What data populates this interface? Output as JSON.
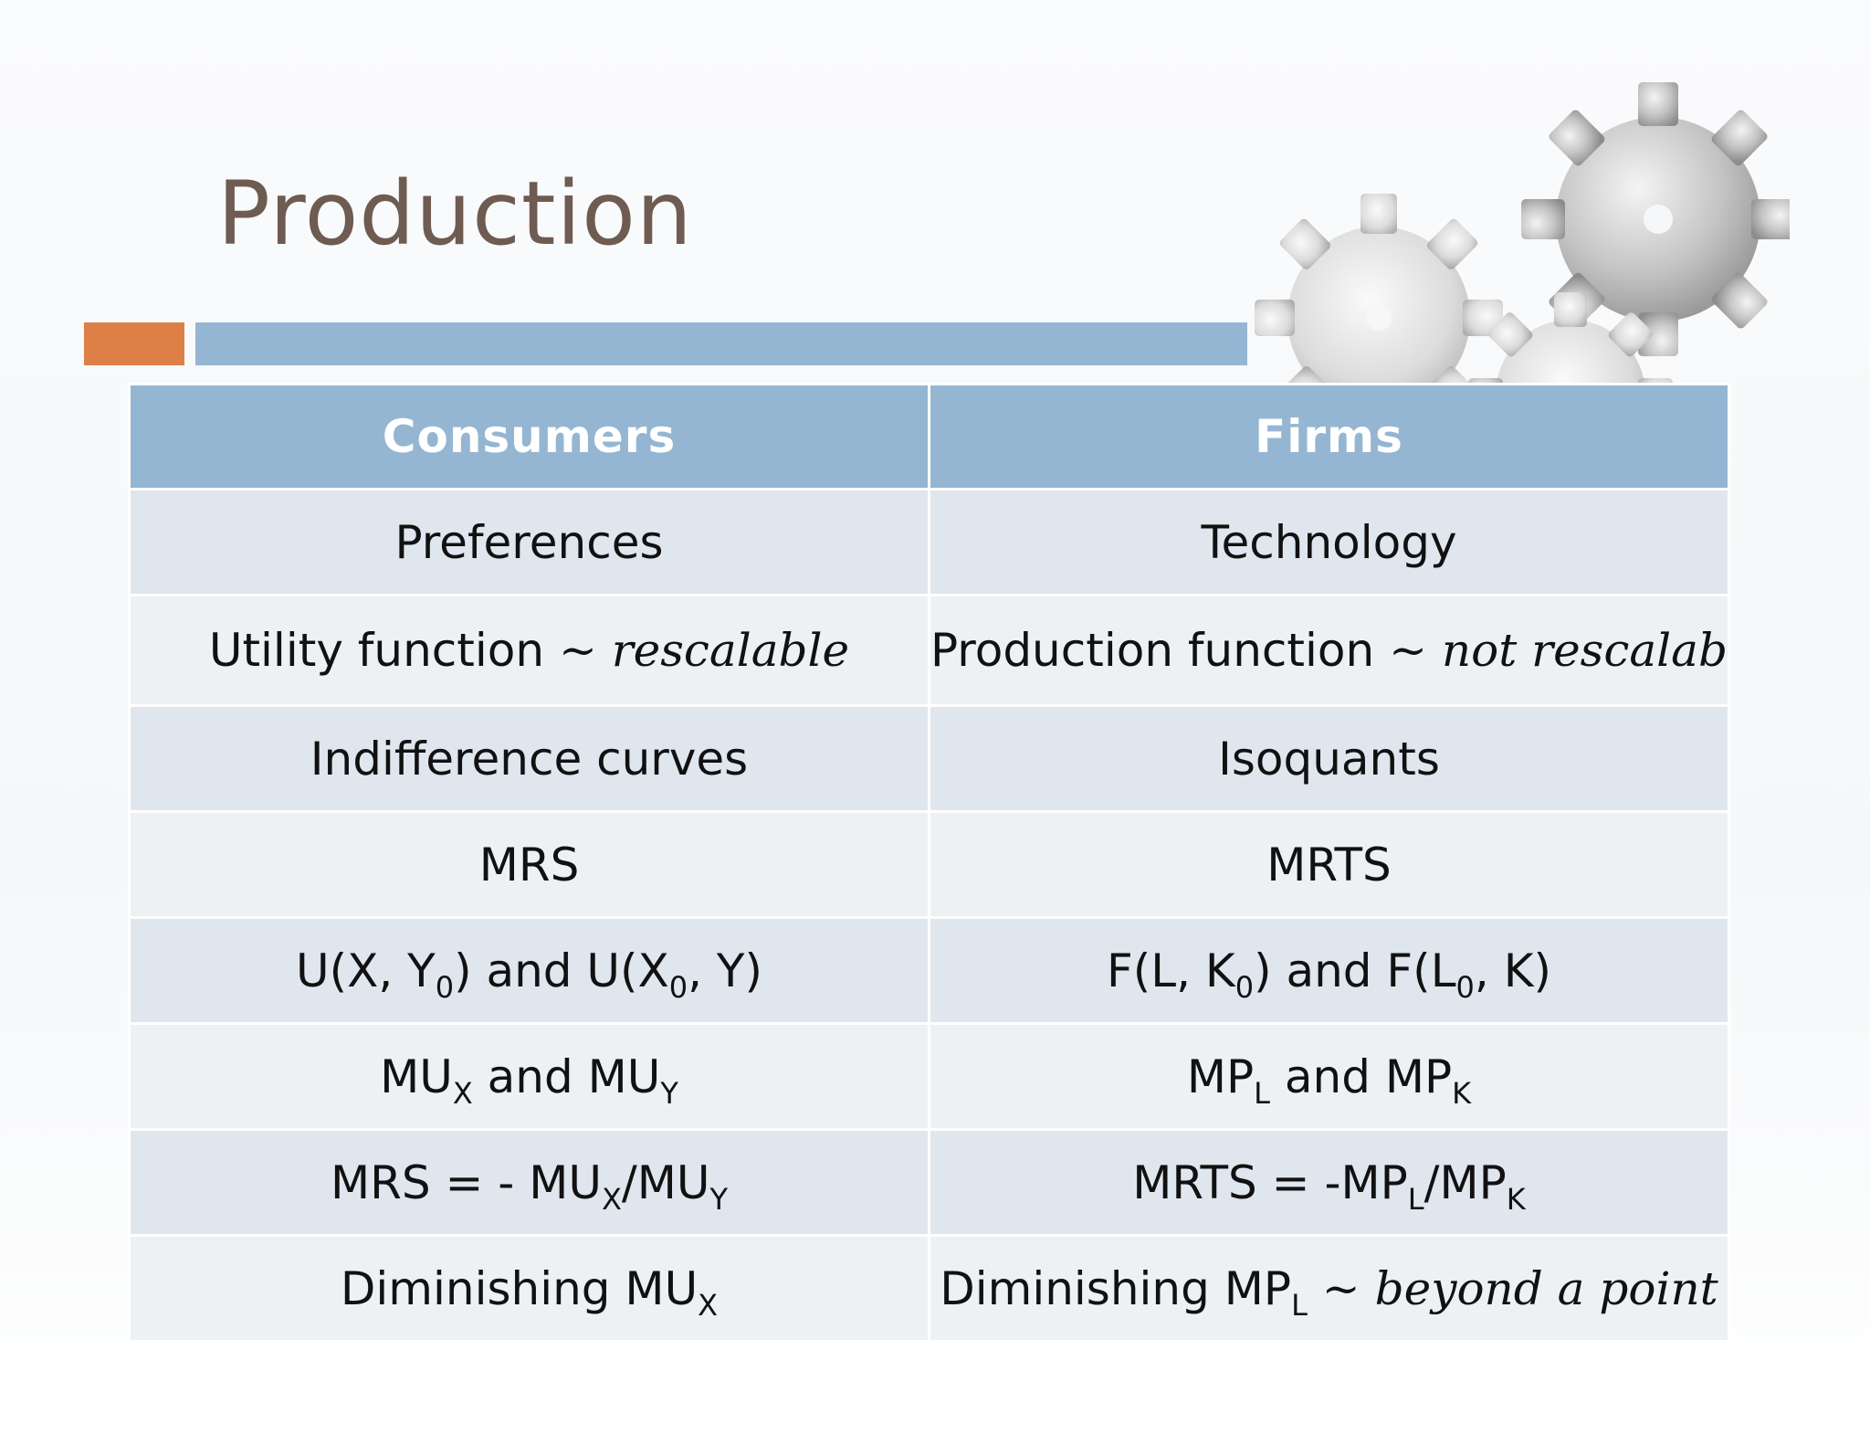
{
  "slide": {
    "title": "Production"
  },
  "colors": {
    "title": "#6e5b52",
    "accent_orange": "#dd8047",
    "accent_blue": "#94b6d2",
    "row_dark": "#dfe6ee",
    "row_light": "#eef1f4"
  },
  "table": {
    "headers": [
      "Consumers",
      "Firms"
    ],
    "rows": {
      "r1": {
        "c1": "Preferences",
        "c2": "Technology"
      },
      "r2": {
        "c1_text": "Utility function",
        "c1_tilde": "~",
        "c1_italic": "rescalable",
        "c2_text": "Production function",
        "c2_tilde": "~",
        "c2_italic": "not rescalable"
      },
      "r3": {
        "c1": "Indifference curves",
        "c2": "Isoquants"
      },
      "r4": {
        "c1": "MRS",
        "c2": "MRTS"
      },
      "r5": {
        "c1_a": "U(X, Y",
        "c1_sub1": "0",
        "c1_b": ") and U(X",
        "c1_sub2": "0",
        "c1_c": ", Y)",
        "c2_a": "F(L, K",
        "c2_sub1": "0",
        "c2_b": ") and F(L",
        "c2_sub2": "0",
        "c2_c": ", K)"
      },
      "r6": {
        "c1_a": "MU",
        "c1_sub1": "X",
        "c1_b": " and MU",
        "c1_sub2": "Y",
        "c2_a": "MP",
        "c2_sub1": "L",
        "c2_b": " and MP",
        "c2_sub2": "K"
      },
      "r7": {
        "c1_a": "MRS = - MU",
        "c1_sub1": "X",
        "c1_b": "/MU",
        "c1_sub2": "Y",
        "c2_a": "MRTS = -MP",
        "c2_sub1": "L",
        "c2_b": "/MP",
        "c2_sub2": "K"
      },
      "r8": {
        "c1_a": "Diminishing MU",
        "c1_sub1": "X",
        "c2_a": "Diminishing MP",
        "c2_sub1": "L",
        "c2_tilde": "~",
        "c2_italic": "beyond a point"
      }
    }
  },
  "icons": {
    "decoration": "gears-icon"
  }
}
